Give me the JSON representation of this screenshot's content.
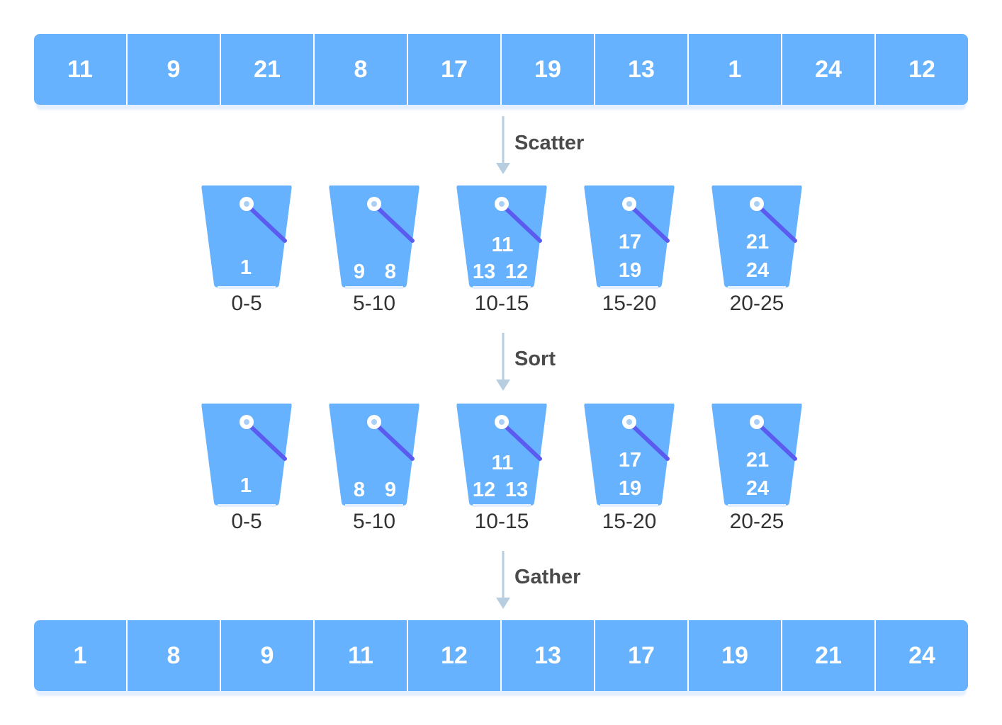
{
  "input_array": [
    "11",
    "9",
    "21",
    "8",
    "17",
    "19",
    "13",
    "1",
    "24",
    "12"
  ],
  "steps": {
    "scatter": "Scatter",
    "sort": "Sort",
    "gather": "Gather"
  },
  "scattered_buckets": [
    {
      "range": "0-5",
      "items": [
        "1"
      ]
    },
    {
      "range": "5-10",
      "items": [
        "9",
        "8"
      ]
    },
    {
      "range": "10-15",
      "items": [
        "11",
        "13",
        "12"
      ]
    },
    {
      "range": "15-20",
      "items": [
        "17",
        "19"
      ]
    },
    {
      "range": "20-25",
      "items": [
        "21",
        "24"
      ]
    }
  ],
  "sorted_buckets": [
    {
      "range": "0-5",
      "items": [
        "1"
      ]
    },
    {
      "range": "5-10",
      "items": [
        "8",
        "9"
      ]
    },
    {
      "range": "10-15",
      "items": [
        "11",
        "12",
        "13"
      ]
    },
    {
      "range": "15-20",
      "items": [
        "17",
        "19"
      ]
    },
    {
      "range": "20-25",
      "items": [
        "21",
        "24"
      ]
    }
  ],
  "output_array": [
    "1",
    "8",
    "9",
    "11",
    "12",
    "13",
    "17",
    "19",
    "21",
    "24"
  ],
  "colors": {
    "cell": "#66b2ff",
    "bucket": "#66b2ff",
    "handle": "#5b5bef",
    "arrow": "#b7cde0",
    "label": "#4a4a4a"
  },
  "icons": {
    "arrow": "arrow-down-icon",
    "bucket": "bucket-icon"
  }
}
